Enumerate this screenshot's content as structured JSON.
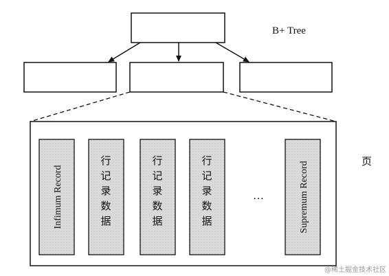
{
  "tree_label": "B+ Tree",
  "page_label": "页",
  "records": {
    "infimum": "Infimum Record",
    "row_chars": [
      "行",
      "记",
      "录",
      "数",
      "据"
    ],
    "ellipsis": "…",
    "supremum": "Supremum Record"
  },
  "watermark": "@稀土掘金技术社区",
  "colors": {
    "stroke": "#111111",
    "record_fill": "#d9d9d9"
  }
}
